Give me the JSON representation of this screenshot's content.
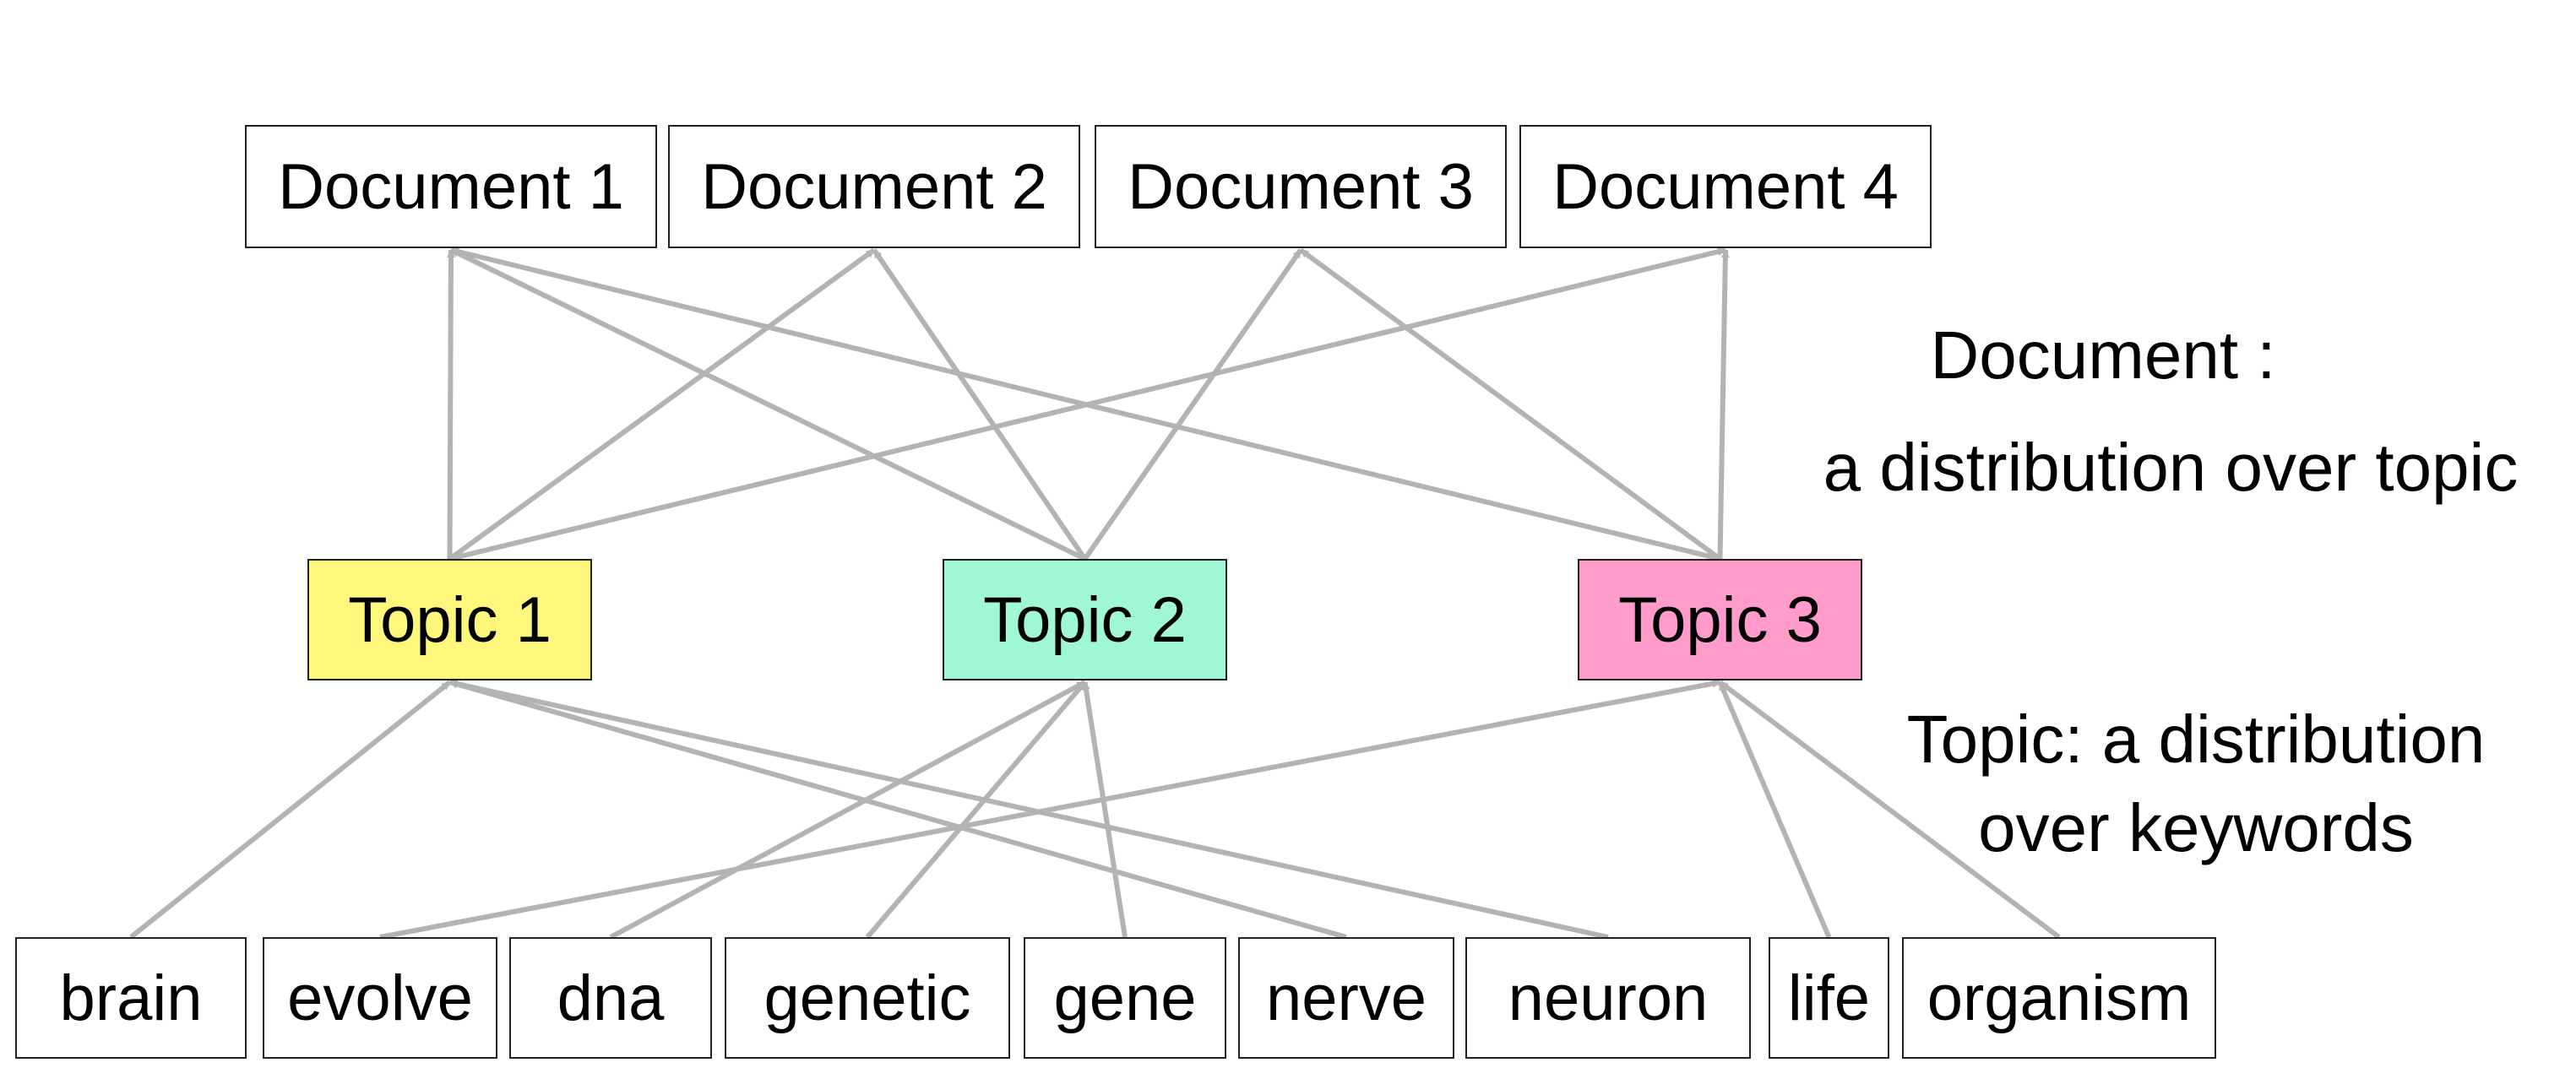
{
  "documents": [
    "Document 1",
    "Document 2",
    "Document 3",
    "Document 4"
  ],
  "topics": [
    {
      "label": "Topic 1",
      "color": "#fff67c"
    },
    {
      "label": "Topic 2",
      "color": "#a0f7d4"
    },
    {
      "label": "Topic 3",
      "color": "#ff9ccc"
    }
  ],
  "keywords": [
    "brain",
    "evolve",
    "dna",
    "genetic",
    "gene",
    "nerve",
    "neuron",
    "life",
    "organism"
  ],
  "captions": {
    "document_line1": "Document :",
    "document_line2": "a distribution over topic",
    "topic_line1": "Topic: a distribution",
    "topic_line2": "over keywords"
  },
  "edge_color": "#b3b3b3",
  "topic_to_document_edges": [
    {
      "from": "Topic 1",
      "to": "Document 1"
    },
    {
      "from": "Topic 1",
      "to": "Document 2"
    },
    {
      "from": "Topic 1",
      "to": "Document 4"
    },
    {
      "from": "Topic 2",
      "to": "Document 1"
    },
    {
      "from": "Topic 2",
      "to": "Document 2"
    },
    {
      "from": "Topic 2",
      "to": "Document 3"
    },
    {
      "from": "Topic 3",
      "to": "Document 1"
    },
    {
      "from": "Topic 3",
      "to": "Document 3"
    },
    {
      "from": "Topic 3",
      "to": "Document 4"
    }
  ],
  "keyword_to_topic_edges": [
    {
      "from": "brain",
      "to": "Topic 1"
    },
    {
      "from": "nerve",
      "to": "Topic 1"
    },
    {
      "from": "neuron",
      "to": "Topic 1"
    },
    {
      "from": "dna",
      "to": "Topic 2"
    },
    {
      "from": "genetic",
      "to": "Topic 2"
    },
    {
      "from": "gene",
      "to": "Topic 2"
    },
    {
      "from": "evolve",
      "to": "Topic 3"
    },
    {
      "from": "life",
      "to": "Topic 3"
    },
    {
      "from": "organism",
      "to": "Topic 3"
    }
  ]
}
